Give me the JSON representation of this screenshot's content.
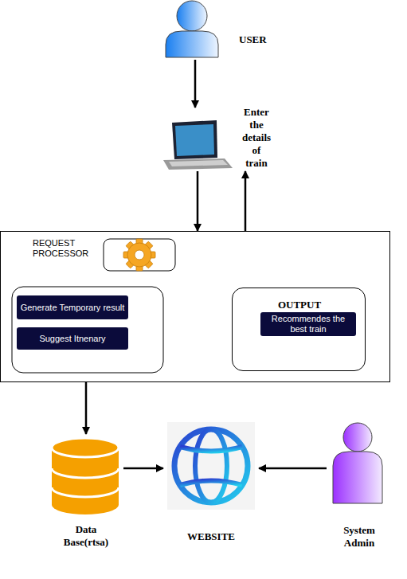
{
  "diagram": {
    "nodes": [
      {
        "text": [
          "USER"
        ]
      },
      {
        "text": [
          "Enter the details of train"
        ]
      },
      {
        "text": [
          "REQUEST PROCESSOR"
        ]
      },
      {
        "text": [
          "Generate Temporary result"
        ],
        "in": 2
      },
      {
        "text": [
          "Suggest Itnenary"
        ],
        "in": 2
      },
      {
        "text": [
          "OUTPUT"
        ],
        "in": 2
      },
      {
        "text": [
          "Recommendes the best train"
        ],
        "in": 5
      },
      {
        "text": [
          "Data Base(rtsa)"
        ]
      },
      {
        "text": [
          "WEBSITE"
        ]
      },
      {
        "text": [
          "System Admin"
        ]
      }
    ],
    "edges": [
      {
        "from": 0,
        "to": 1,
        "arrow": "to"
      },
      {
        "from": 1,
        "to": 2,
        "arrow": "to"
      },
      {
        "from": 2,
        "to": 1,
        "arrow": "to"
      },
      {
        "from": 2,
        "to": 7,
        "arrow": "to"
      },
      {
        "from": 7,
        "to": 8,
        "arrow": "to"
      },
      {
        "from": 9,
        "to": 8,
        "arrow": "to"
      }
    ]
  }
}
